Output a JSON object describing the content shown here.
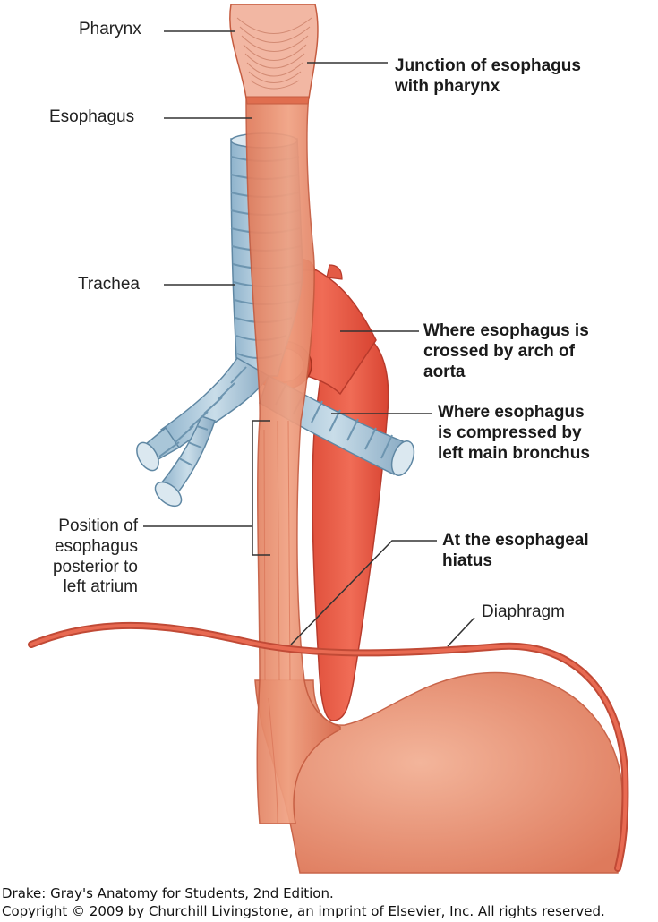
{
  "labels": {
    "pharynx": "Pharynx",
    "esophagus": "Esophagus",
    "trachea": "Trachea",
    "position_of_esophagus": [
      "Position of",
      "esophagus",
      "posterior to",
      "left atrium"
    ],
    "junction": [
      "Junction of esophagus",
      "with pharynx"
    ],
    "crossed_by_arch": [
      "Where esophagus is",
      "crossed by arch of",
      "aorta"
    ],
    "compressed_by_bronchus": [
      "Where esophagus",
      "is compressed by",
      "left main bronchus"
    ],
    "esophageal_hiatus": [
      "At the esophageal",
      "hiatus"
    ],
    "diaphragm": "Diaphragm"
  },
  "caption": {
    "source": "Drake: Gray's Anatomy for Students, 2nd Edition.",
    "copyright": "Copyright © 2009 by Churchill Livingstone, an imprint of Elsevier, Inc. All rights reserved."
  }
}
